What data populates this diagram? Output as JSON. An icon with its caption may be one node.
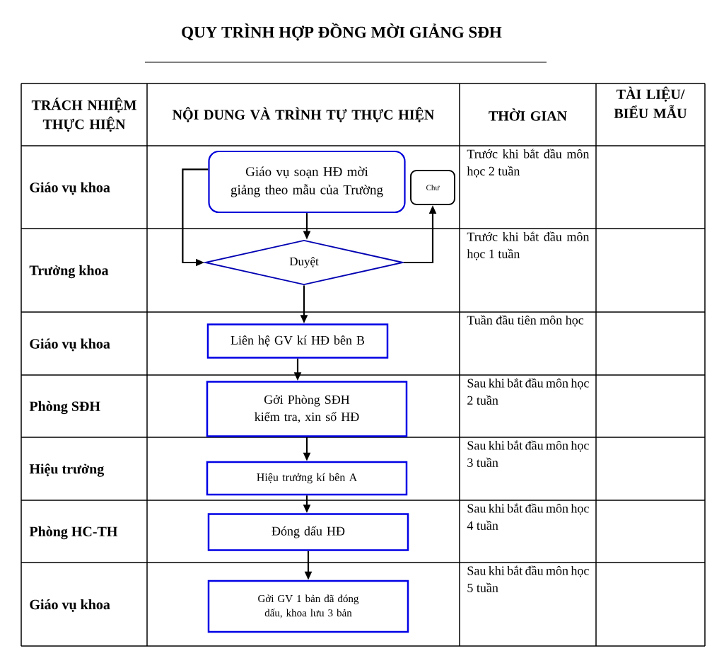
{
  "diagram": {
    "title": "QUY TRÌNH HỢP ĐỒNG MỜI GIẢNG SĐH",
    "nodes": [
      {
        "text": [
          "Giáo vụ soạn HĐ mời giảng theo mẫu của Trường"
        ]
      },
      {
        "text": [
          "Chư"
        ]
      },
      {
        "text": [
          "Duyệt"
        ]
      },
      {
        "text": [
          "Liên hệ GV kí HĐ bên B"
        ]
      },
      {
        "text": [
          "Gởi Phòng SĐH kiểm tra, xin số HĐ"
        ]
      },
      {
        "text": [
          "Hiệu trưởng kí bên A"
        ]
      },
      {
        "text": [
          "Đóng dấu HĐ"
        ]
      },
      {
        "text": [
          "Gởi GV 1 bản đã đóng dấu, khoa lưu 3 bản"
        ]
      }
    ],
    "edges": [
      {
        "from": 0,
        "to": 2,
        "arrow": "to"
      },
      {
        "from": 0,
        "to": 2,
        "arrow": "to"
      },
      {
        "from": 2,
        "to": 1,
        "arrow": "to"
      },
      {
        "from": 2,
        "to": 3,
        "arrow": "to"
      },
      {
        "from": 3,
        "to": 4,
        "arrow": "to"
      },
      {
        "from": 4,
        "to": 5,
        "arrow": "to"
      },
      {
        "from": 5,
        "to": 6,
        "arrow": "to"
      },
      {
        "from": 6,
        "to": 7,
        "arrow": "to"
      }
    ],
    "labels": [
      "TRÁCH NHIỆM THỰC HIỆN",
      "NỘI DUNG VÀ TRÌNH TỰ THỰC HIỆN",
      "THỜI GIAN",
      "TÀI LIỆU/ BIỂU MẪU",
      "Giáo vụ khoa",
      "Trước khi bắt đầu môn học 2 tuần",
      "Trưởng khoa",
      "Trước khi bắt đầu môn học 1 tuần",
      "Giáo vụ khoa",
      "Tuần đầu tiên môn học",
      "Phòng SĐH",
      "Sau khi bắt đầu môn học 2 tuần",
      "Hiệu trưởng",
      "Sau khi bắt đầu môn học 3 tuần",
      "Phòng HC-TH",
      "Sau khi bắt đầu môn học 4 tuần",
      "Giáo vụ khoa",
      "Sau khi bắt đầu môn học 5 tuần"
    ]
  }
}
